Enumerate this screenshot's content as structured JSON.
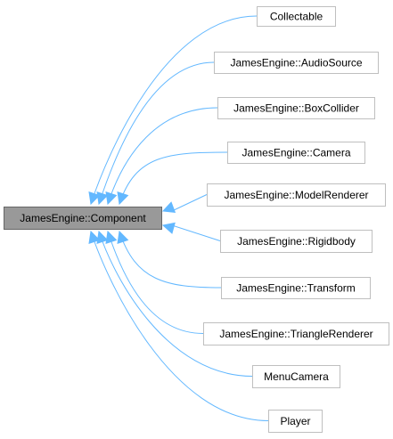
{
  "diagram": {
    "base": {
      "id": "component",
      "label": "JamesEngine::Component"
    },
    "derived": [
      {
        "id": "collectable",
        "label": "Collectable"
      },
      {
        "id": "audiosource",
        "label": "JamesEngine::AudioSource"
      },
      {
        "id": "boxcollider",
        "label": "JamesEngine::BoxCollider"
      },
      {
        "id": "camera",
        "label": "JamesEngine::Camera"
      },
      {
        "id": "modelrenderer",
        "label": "JamesEngine::ModelRenderer"
      },
      {
        "id": "rigidbody",
        "label": "JamesEngine::Rigidbody"
      },
      {
        "id": "transform",
        "label": "JamesEngine::Transform"
      },
      {
        "id": "trianglerenderer",
        "label": "JamesEngine::TriangleRenderer"
      },
      {
        "id": "menucamera",
        "label": "MenuCamera"
      },
      {
        "id": "player",
        "label": "Player"
      }
    ],
    "colors": {
      "edge": "#63b8ff",
      "base_fill": "#999999",
      "base_stroke": "#666666",
      "node_stroke": "#bfbfbf"
    }
  }
}
